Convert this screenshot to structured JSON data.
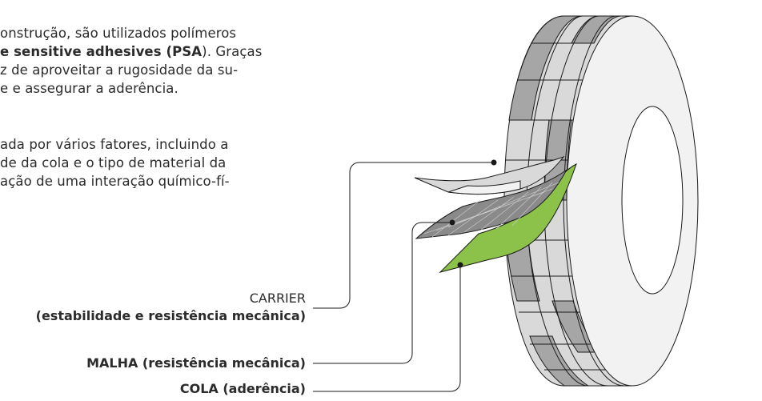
{
  "paragraph1": {
    "line1": "onstrução, são utilizados polímeros",
    "line2_bold": "e sensitive adhesives (",
    "line2_bold2": "PSA",
    "line2_tail": "). Graças",
    "line3": "z de aproveitar a rugosidade da su-",
    "line4": "e e assegurar a aderência."
  },
  "paragraph2": {
    "line1": "ada por vários fatores, incluindo a",
    "line2": "de da cola e o tipo de material da",
    "line3": "ação de uma interação químico-fí-"
  },
  "labels": {
    "carrier_title": "CARRIER",
    "carrier_desc": "(estabilidade e resistência mecânica)",
    "malha": "MALHA (resistência mecânica)",
    "cola": "COLA (aderência)"
  },
  "colors": {
    "roll_face": "#f2f2f2",
    "band_light": "#d9d9d9",
    "band_dark": "#a6a6a6",
    "mesh": "#8a8a8a",
    "adhesive": "#8cc24a",
    "outline": "#1a1a1a"
  }
}
